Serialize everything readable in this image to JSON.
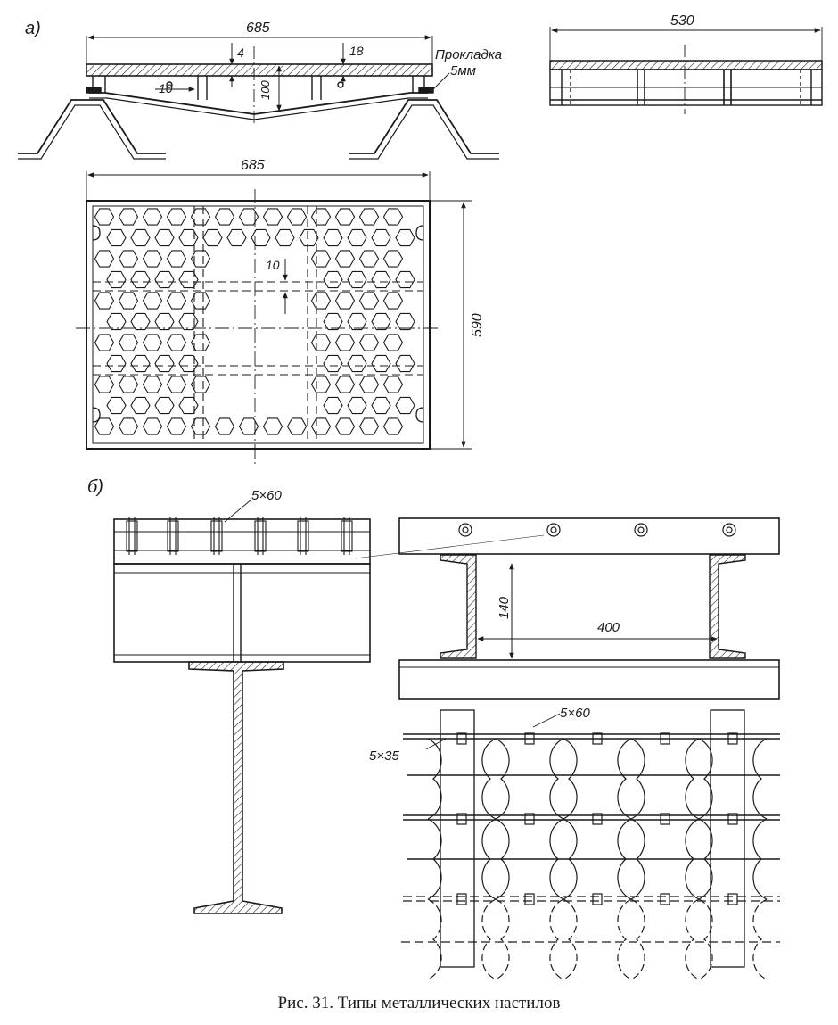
{
  "labels": {
    "section_a": "а)",
    "section_b": "б)"
  },
  "dimensions": {
    "a_width_top": "685",
    "a_side_width": "530",
    "a_plan_width": "685",
    "a_plan_height": "590",
    "a_thickness_4": "4",
    "a_thickness_18": "18",
    "a_height_100": "100",
    "a_rib_10": "10",
    "a_plan_10": "10",
    "b_bar_5x60_top": "5×60",
    "b_height_140": "140",
    "b_span_400": "400",
    "b_bar_5x60_grid": "5×60",
    "b_bar_5x35": "5×35"
  },
  "annotations": {
    "gasket_line1": "Прокладка",
    "gasket_line2": "5мм"
  },
  "caption": "Рис. 31. Типы металлических настилов"
}
